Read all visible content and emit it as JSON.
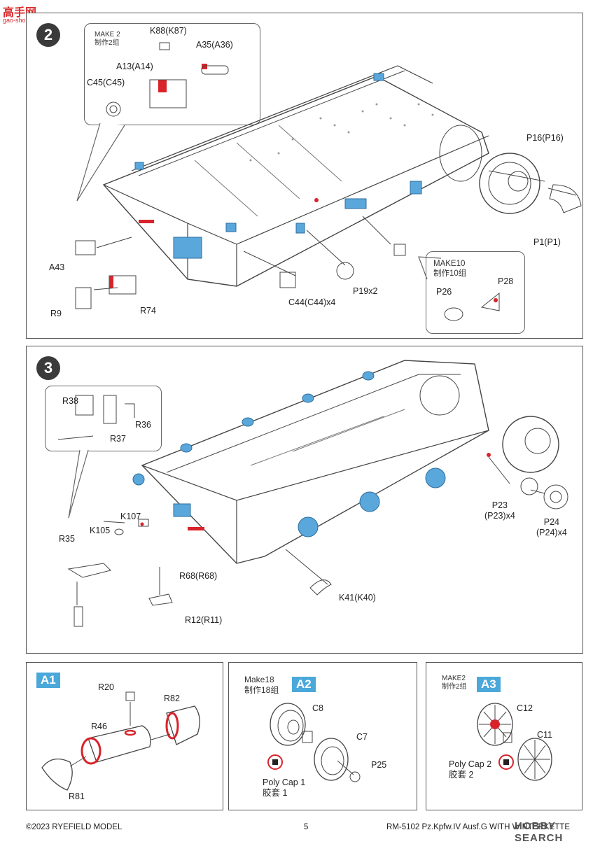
{
  "site_logo": {
    "text": "高手网",
    "sub": "gao-shou.com"
  },
  "step2": {
    "number": "2",
    "callout_make": "MAKE 2\n制作2组",
    "labels": {
      "k88": "K88(K87)",
      "a35": "A35(A36)",
      "a13": "A13(A14)",
      "c45": "C45(C45)",
      "p16": "P16(P16)",
      "p1": "P1(P1)",
      "a43": "A43",
      "r9": "R9",
      "r74": "R74",
      "c44": "C44(C44)x4",
      "p19": "P19x2"
    },
    "callout2_make": "MAKE10\n制作10组",
    "callout2_labels": {
      "p26": "P26",
      "p28": "P28"
    }
  },
  "step3": {
    "number": "3",
    "callout_labels": {
      "r38": "R38",
      "r36": "R36",
      "r37": "R37"
    },
    "labels": {
      "r35": "R35",
      "k105": "K105",
      "k107": "K107",
      "r68": "R68(R68)",
      "r12": "R12(R11)",
      "k41": "K41(K40)",
      "p23": "P23\n(P23)x4",
      "p24": "P24\n(P24)x4"
    }
  },
  "subA1": {
    "badge": "A1",
    "labels": {
      "r20": "R20",
      "r82": "R82",
      "r46": "R46",
      "r81": "R81"
    }
  },
  "subA2": {
    "badge": "A2",
    "make": "Make18\n制作18组",
    "labels": {
      "c8": "C8",
      "c7": "C7",
      "p25": "P25",
      "polycap": "Poly Cap 1\n胶套 1"
    }
  },
  "subA3": {
    "badge": "A3",
    "make": "MAKE2\n制作2组",
    "labels": {
      "c12": "C12",
      "c11": "C11",
      "polycap": "Poly Cap 2\n胶套 2"
    }
  },
  "footer": {
    "copyright": "©2023 RYEFIELD MODEL",
    "page": "5",
    "product": "RM-5102 Pz.Kpfw.IV Ausf.G WITH WINTERKETTE",
    "watermark": "HOBBY SEARCH"
  },
  "colors": {
    "highlight_blue": "#5aa7dc",
    "highlight_red": "#d8232a",
    "badge_blue": "#4aa8db"
  }
}
